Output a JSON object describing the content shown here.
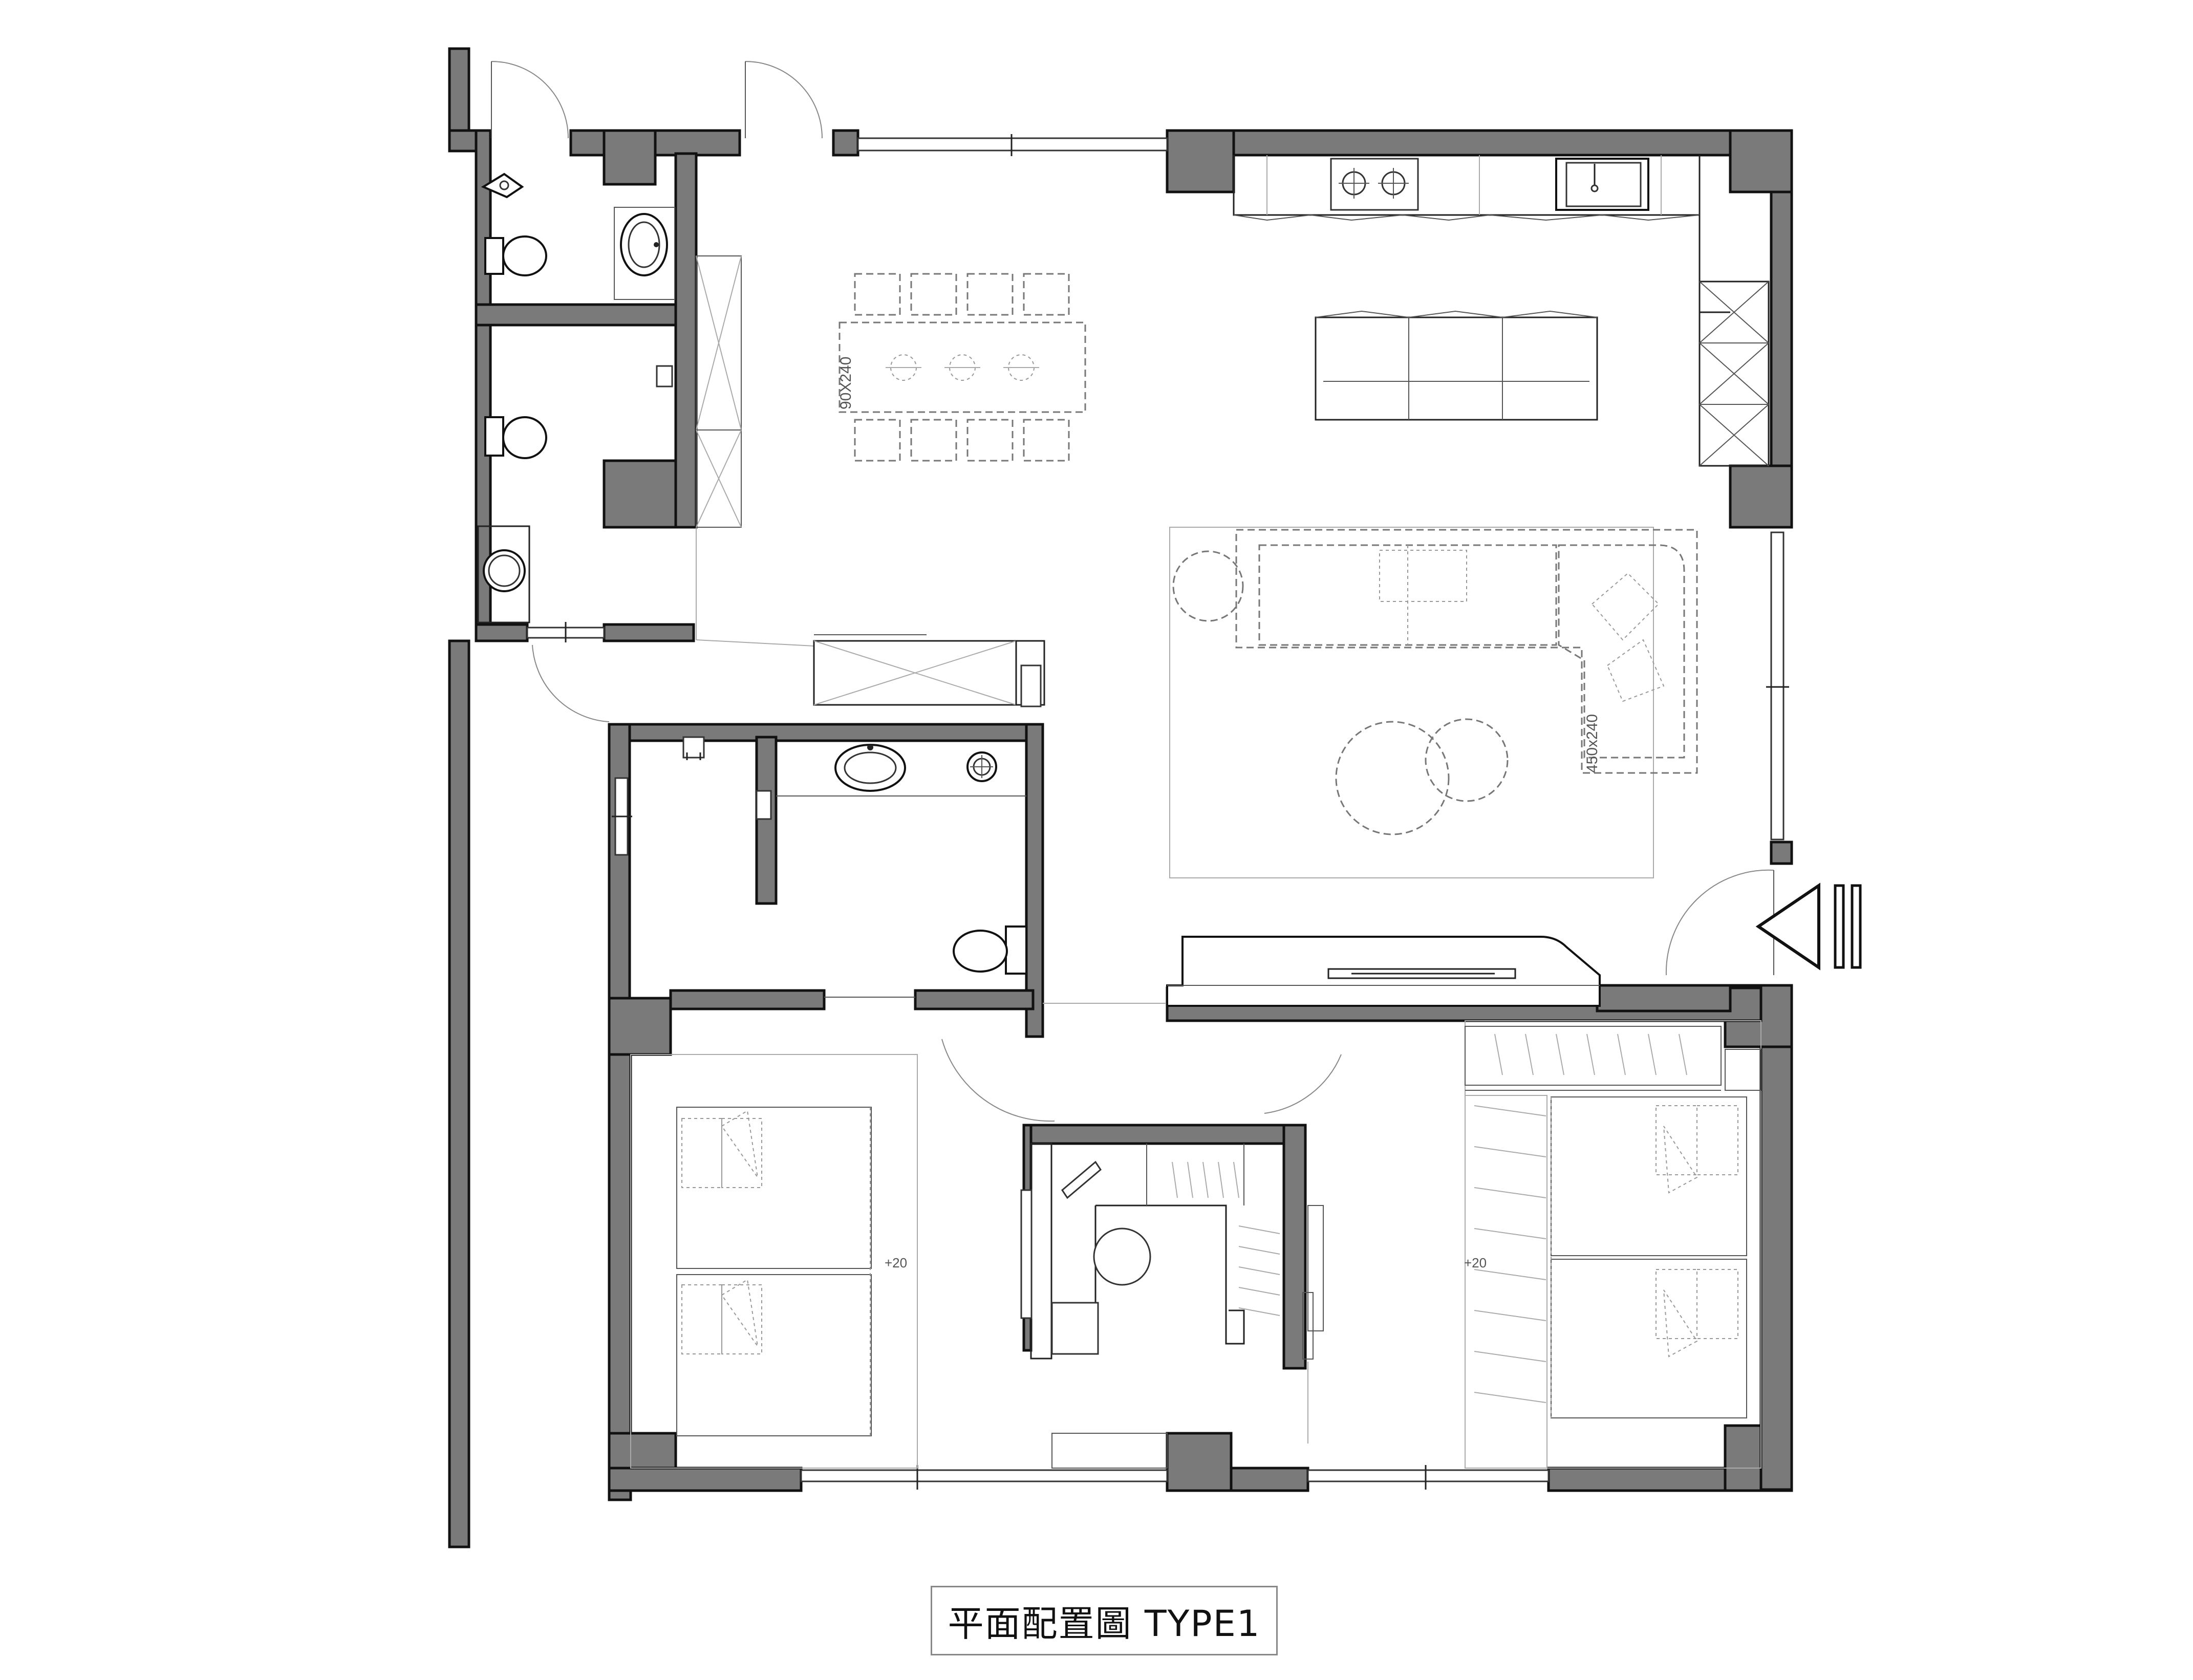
{
  "title": "平面配置圖 TYPE1",
  "labels": {
    "dining_table": "90X240",
    "sofa_rug": "450x240",
    "bedroom1_level": "+20",
    "bedroom2_level": "+20"
  },
  "colors": {
    "wall_fill": "#7a7a7a",
    "line": "#222222",
    "dashed": "#777777",
    "background": "#ffffff"
  },
  "icons": {
    "entrance": "entrance-arrow-icon"
  }
}
